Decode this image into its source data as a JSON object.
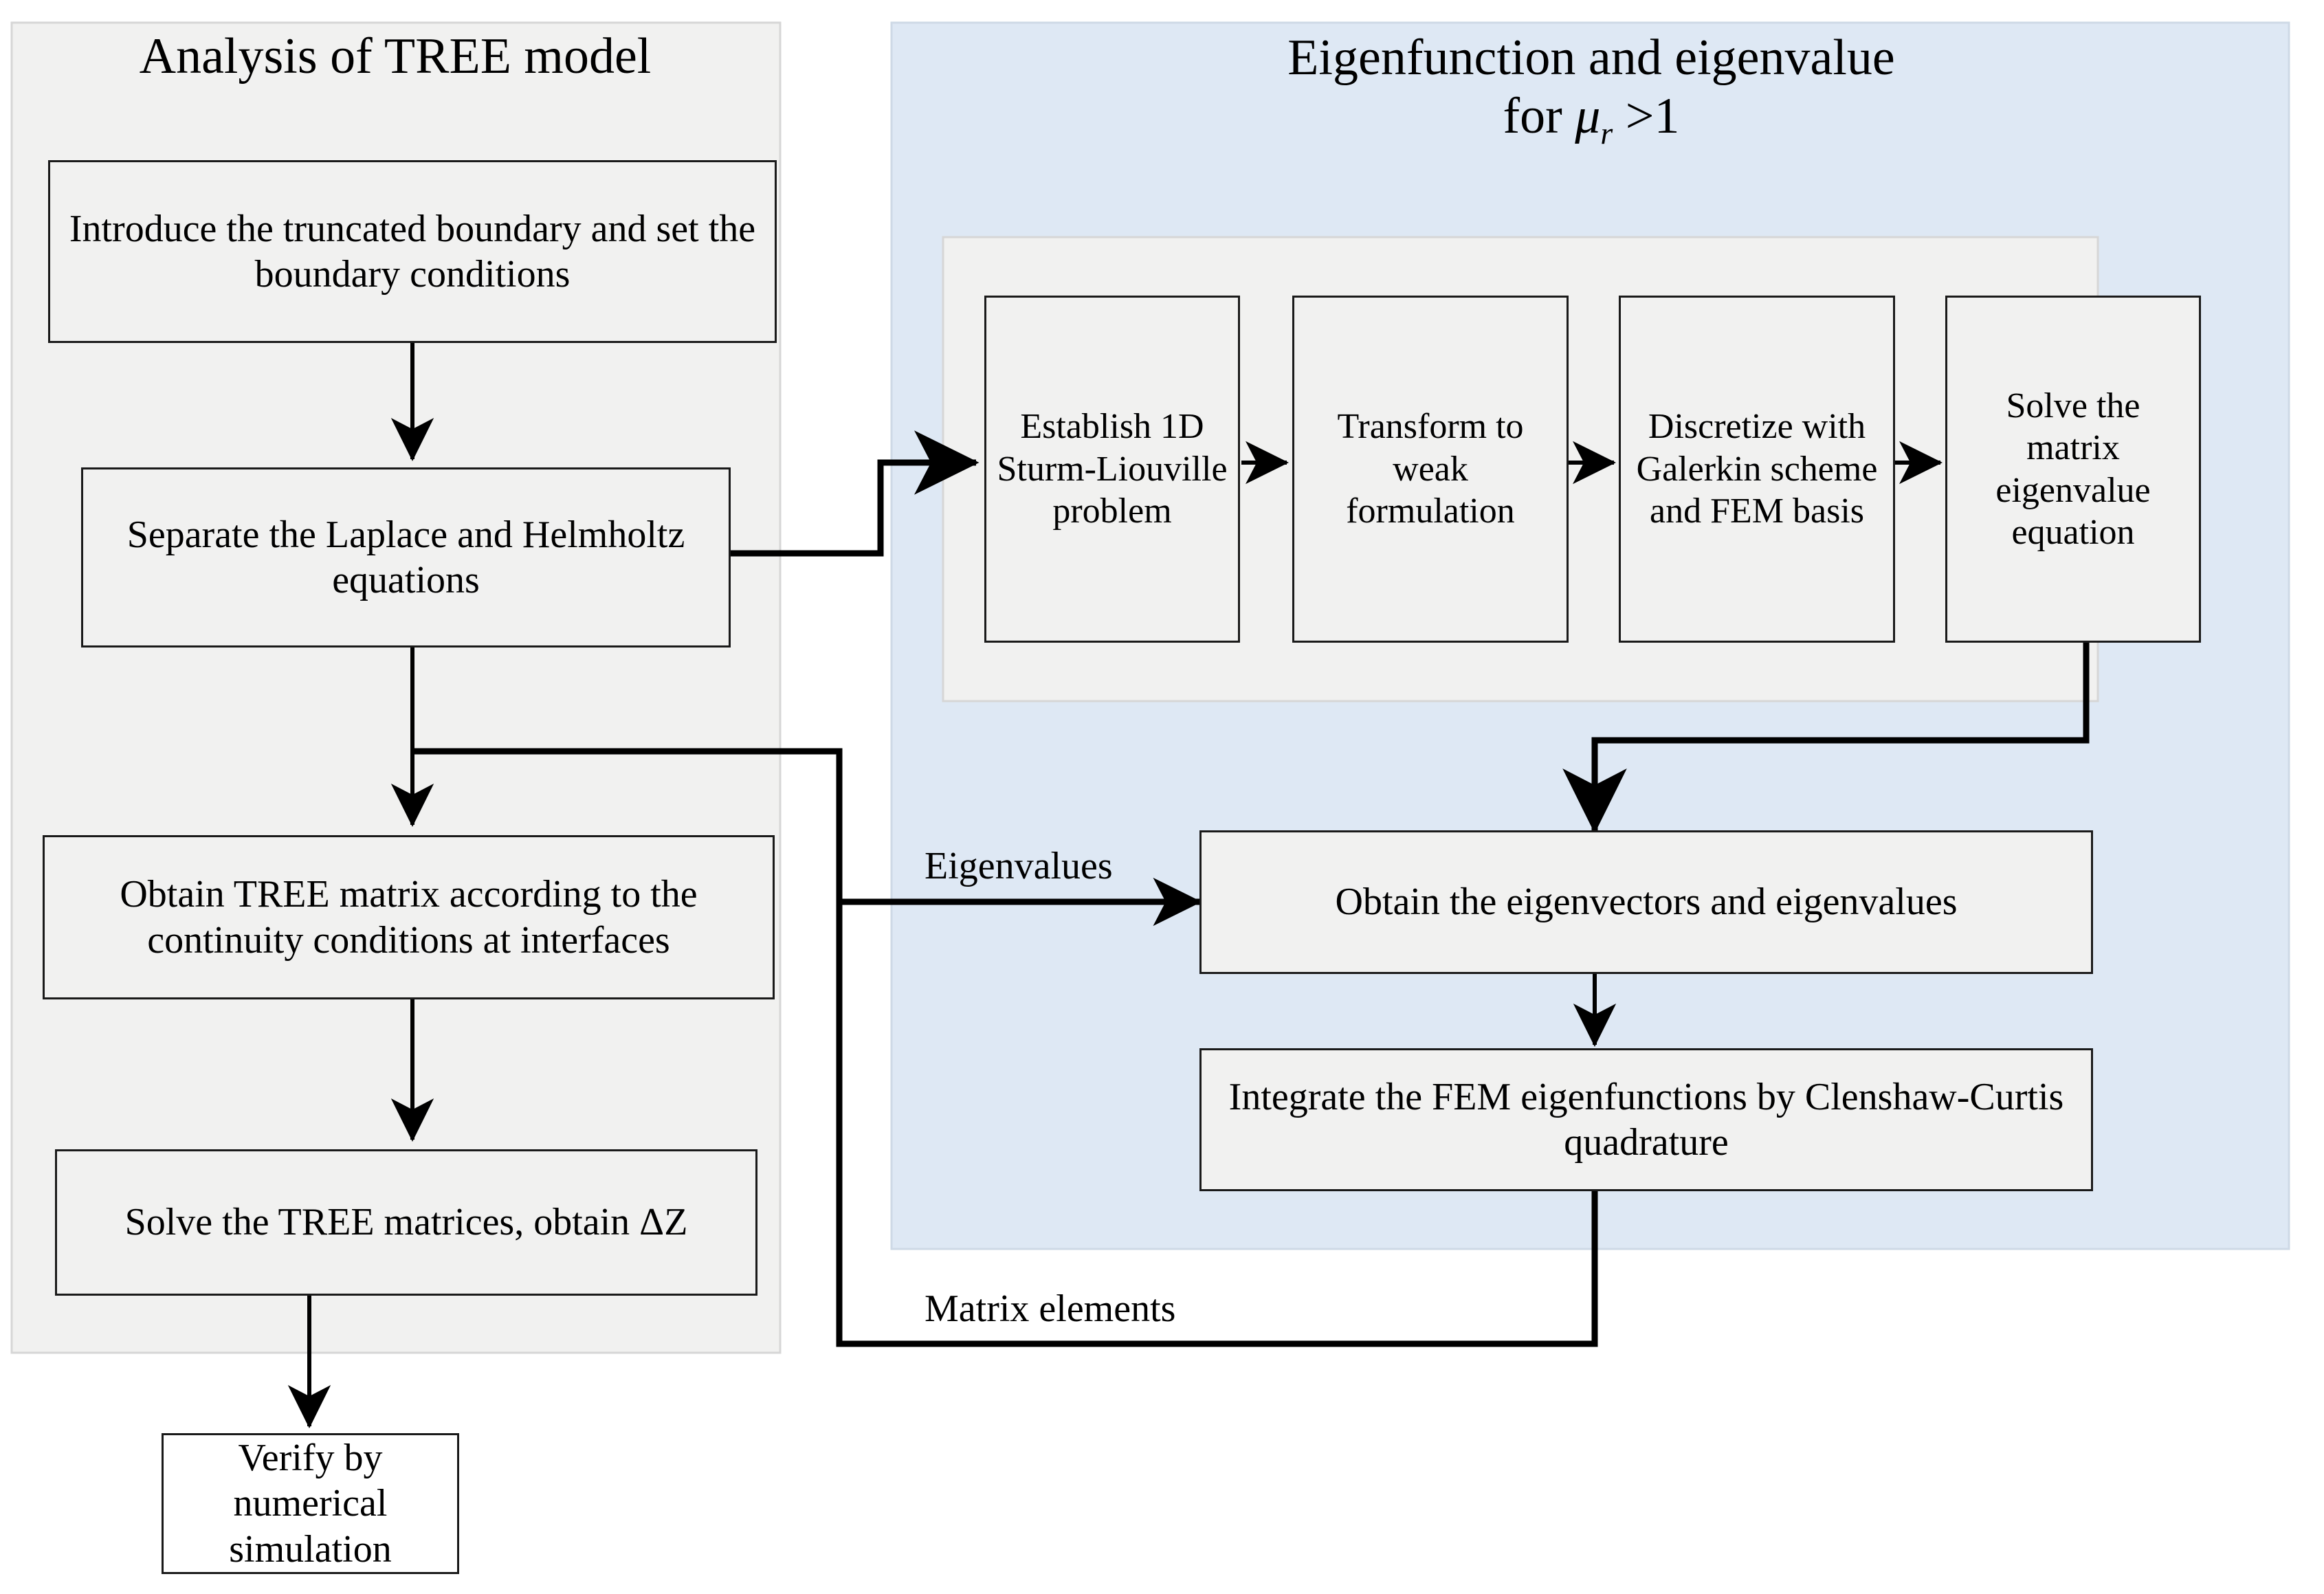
{
  "diagram": {
    "title_left": "Analysis of TREE model",
    "title_right_line1": "Eigenfunction and eigenvalue",
    "title_right_line2_prefix": "for ",
    "title_right_mu": "μ",
    "title_right_sub": "r",
    "title_right_line2_suffix": " >1",
    "colors": {
      "left_panel_fill": "#f1f1f0",
      "left_panel_border": "#d6d6d6",
      "right_panel_fill": "#dee8f4",
      "right_panel_border": "#ced9e6",
      "inner_group_fill": "#f1f1f0",
      "inner_group_border": "#d6d6d6",
      "box_fill": "#f1f1f0",
      "box_white_fill": "#ffffff",
      "box_border": "#1a1a1a",
      "connector": "#000000"
    }
  },
  "left_panel": {
    "nodes": [
      {
        "id": "introduce",
        "label": "Introduce the truncated boundary and set the boundary conditions"
      },
      {
        "id": "separate",
        "label": "Separate the Laplace and Helmholtz equations"
      },
      {
        "id": "tree-matrix",
        "label": "Obtain TREE matrix according to the continuity conditions at interfaces"
      },
      {
        "id": "solve-tree",
        "label": "Solve the TREE matrices, obtain ΔZ"
      }
    ]
  },
  "outside_panel": {
    "nodes": [
      {
        "id": "verify",
        "label": "Verify by numerical simulation"
      }
    ]
  },
  "right_panel": {
    "inner_group": {
      "nodes": [
        {
          "id": "sturm-liouville",
          "label": "Establish 1D Sturm-Liouville problem"
        },
        {
          "id": "weak-form",
          "label": "Transform to weak formulation"
        },
        {
          "id": "galerkin",
          "label": "Discretize with Galerkin scheme and FEM basis"
        },
        {
          "id": "matrix-eig",
          "label": "Solve the matrix eigenvalue equation"
        }
      ]
    },
    "nodes": [
      {
        "id": "eigenvectors",
        "label": "Obtain the eigenvectors and eigenvalues"
      },
      {
        "id": "integrate",
        "label": "Integrate the FEM eigenfunctions by Clenshaw-Curtis quadrature"
      }
    ]
  },
  "edge_labels": [
    {
      "id": "eigenvalues",
      "label": "Eigenvalues"
    },
    {
      "id": "matrix-elements",
      "label": "Matrix elements"
    }
  ]
}
